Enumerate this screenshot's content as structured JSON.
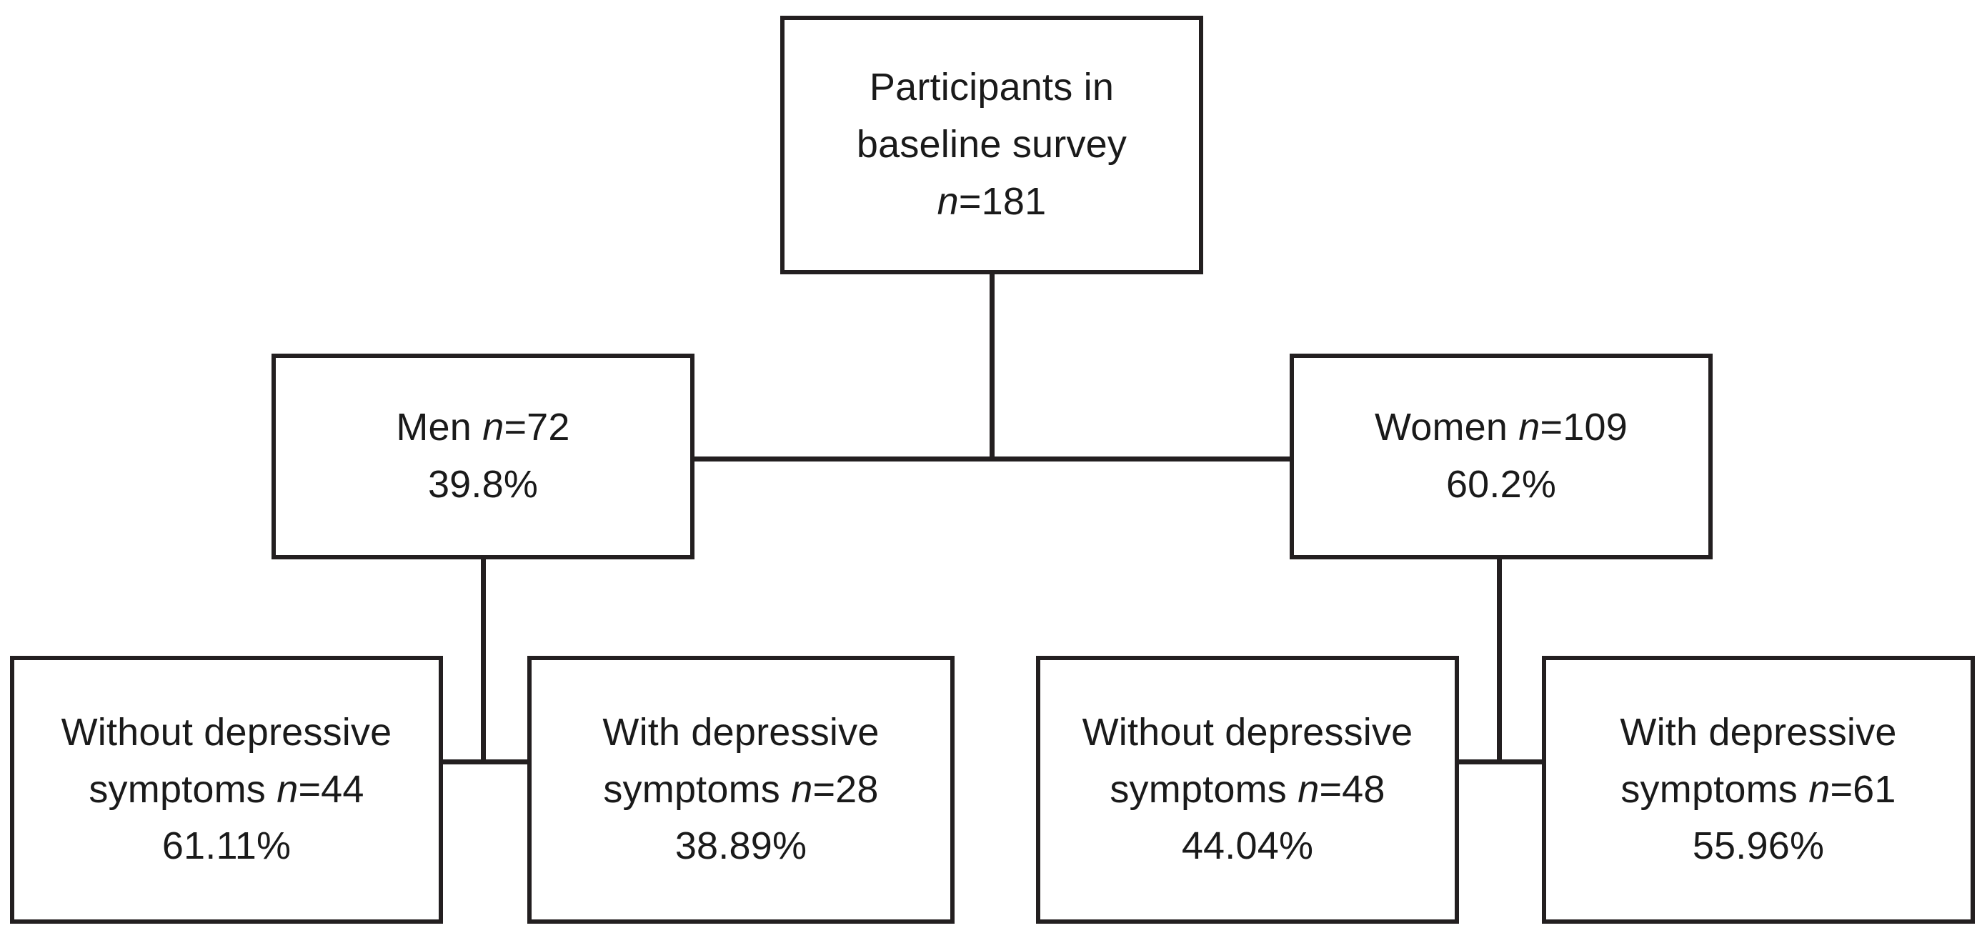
{
  "figure": {
    "type": "flowchart",
    "title": "Participant flow by sex and depressive symptom status",
    "colors": {
      "stroke": "#231f20",
      "fill": "#ffffff",
      "text": "#1a1a1a"
    }
  },
  "nodes": {
    "root": {
      "id": "participants-baseline",
      "line1": "Participants in",
      "line2": "baseline survey",
      "n_prefix": "n",
      "n_value": "=181",
      "n_label": "n=181",
      "count": 181
    },
    "men": {
      "id": "men",
      "label": "Men ",
      "n_prefix": "n",
      "n_value": "=72",
      "n_label": "n=72",
      "count": 72,
      "percent": "39.8%",
      "percent_value": 39.8
    },
    "women": {
      "id": "women",
      "label": "Women ",
      "n_prefix": "n",
      "n_value": "=109",
      "n_label": "n=109",
      "count": 109,
      "percent": "60.2%",
      "percent_value": 60.2
    },
    "men_without": {
      "id": "men-without-depressive-symptoms",
      "line1": "Without depressive",
      "line2_label": "symptoms ",
      "n_prefix": "n",
      "n_value": "=44",
      "n_label": "n=44",
      "count": 44,
      "percent": "61.11%",
      "percent_value": 61.11
    },
    "men_with": {
      "id": "men-with-depressive-symptoms",
      "line1": "With depressive",
      "line2_label": "symptoms ",
      "n_prefix": "n",
      "n_value": "=28",
      "n_label": "n=28",
      "count": 28,
      "percent": "38.89%",
      "percent_value": 38.89
    },
    "women_without": {
      "id": "women-without-depressive-symptoms",
      "line1": "Without depressive",
      "line2_label": "symptoms ",
      "n_prefix": "n",
      "n_value": "=48",
      "n_label": "n=48",
      "count": 48,
      "percent": "44.04%",
      "percent_value": 44.04
    },
    "women_with": {
      "id": "women-with-depressive-symptoms",
      "line1": "With depressive",
      "line2_label": "symptoms ",
      "n_prefix": "n",
      "n_value": "=61",
      "n_label": "n=61",
      "count": 61,
      "percent": "55.96%",
      "percent_value": 55.96
    }
  },
  "edges": [
    {
      "from": "root",
      "to": "men"
    },
    {
      "from": "root",
      "to": "women"
    },
    {
      "from": "men",
      "to": "men_without"
    },
    {
      "from": "men",
      "to": "men_with"
    },
    {
      "from": "women",
      "to": "women_without"
    },
    {
      "from": "women",
      "to": "women_with"
    }
  ]
}
